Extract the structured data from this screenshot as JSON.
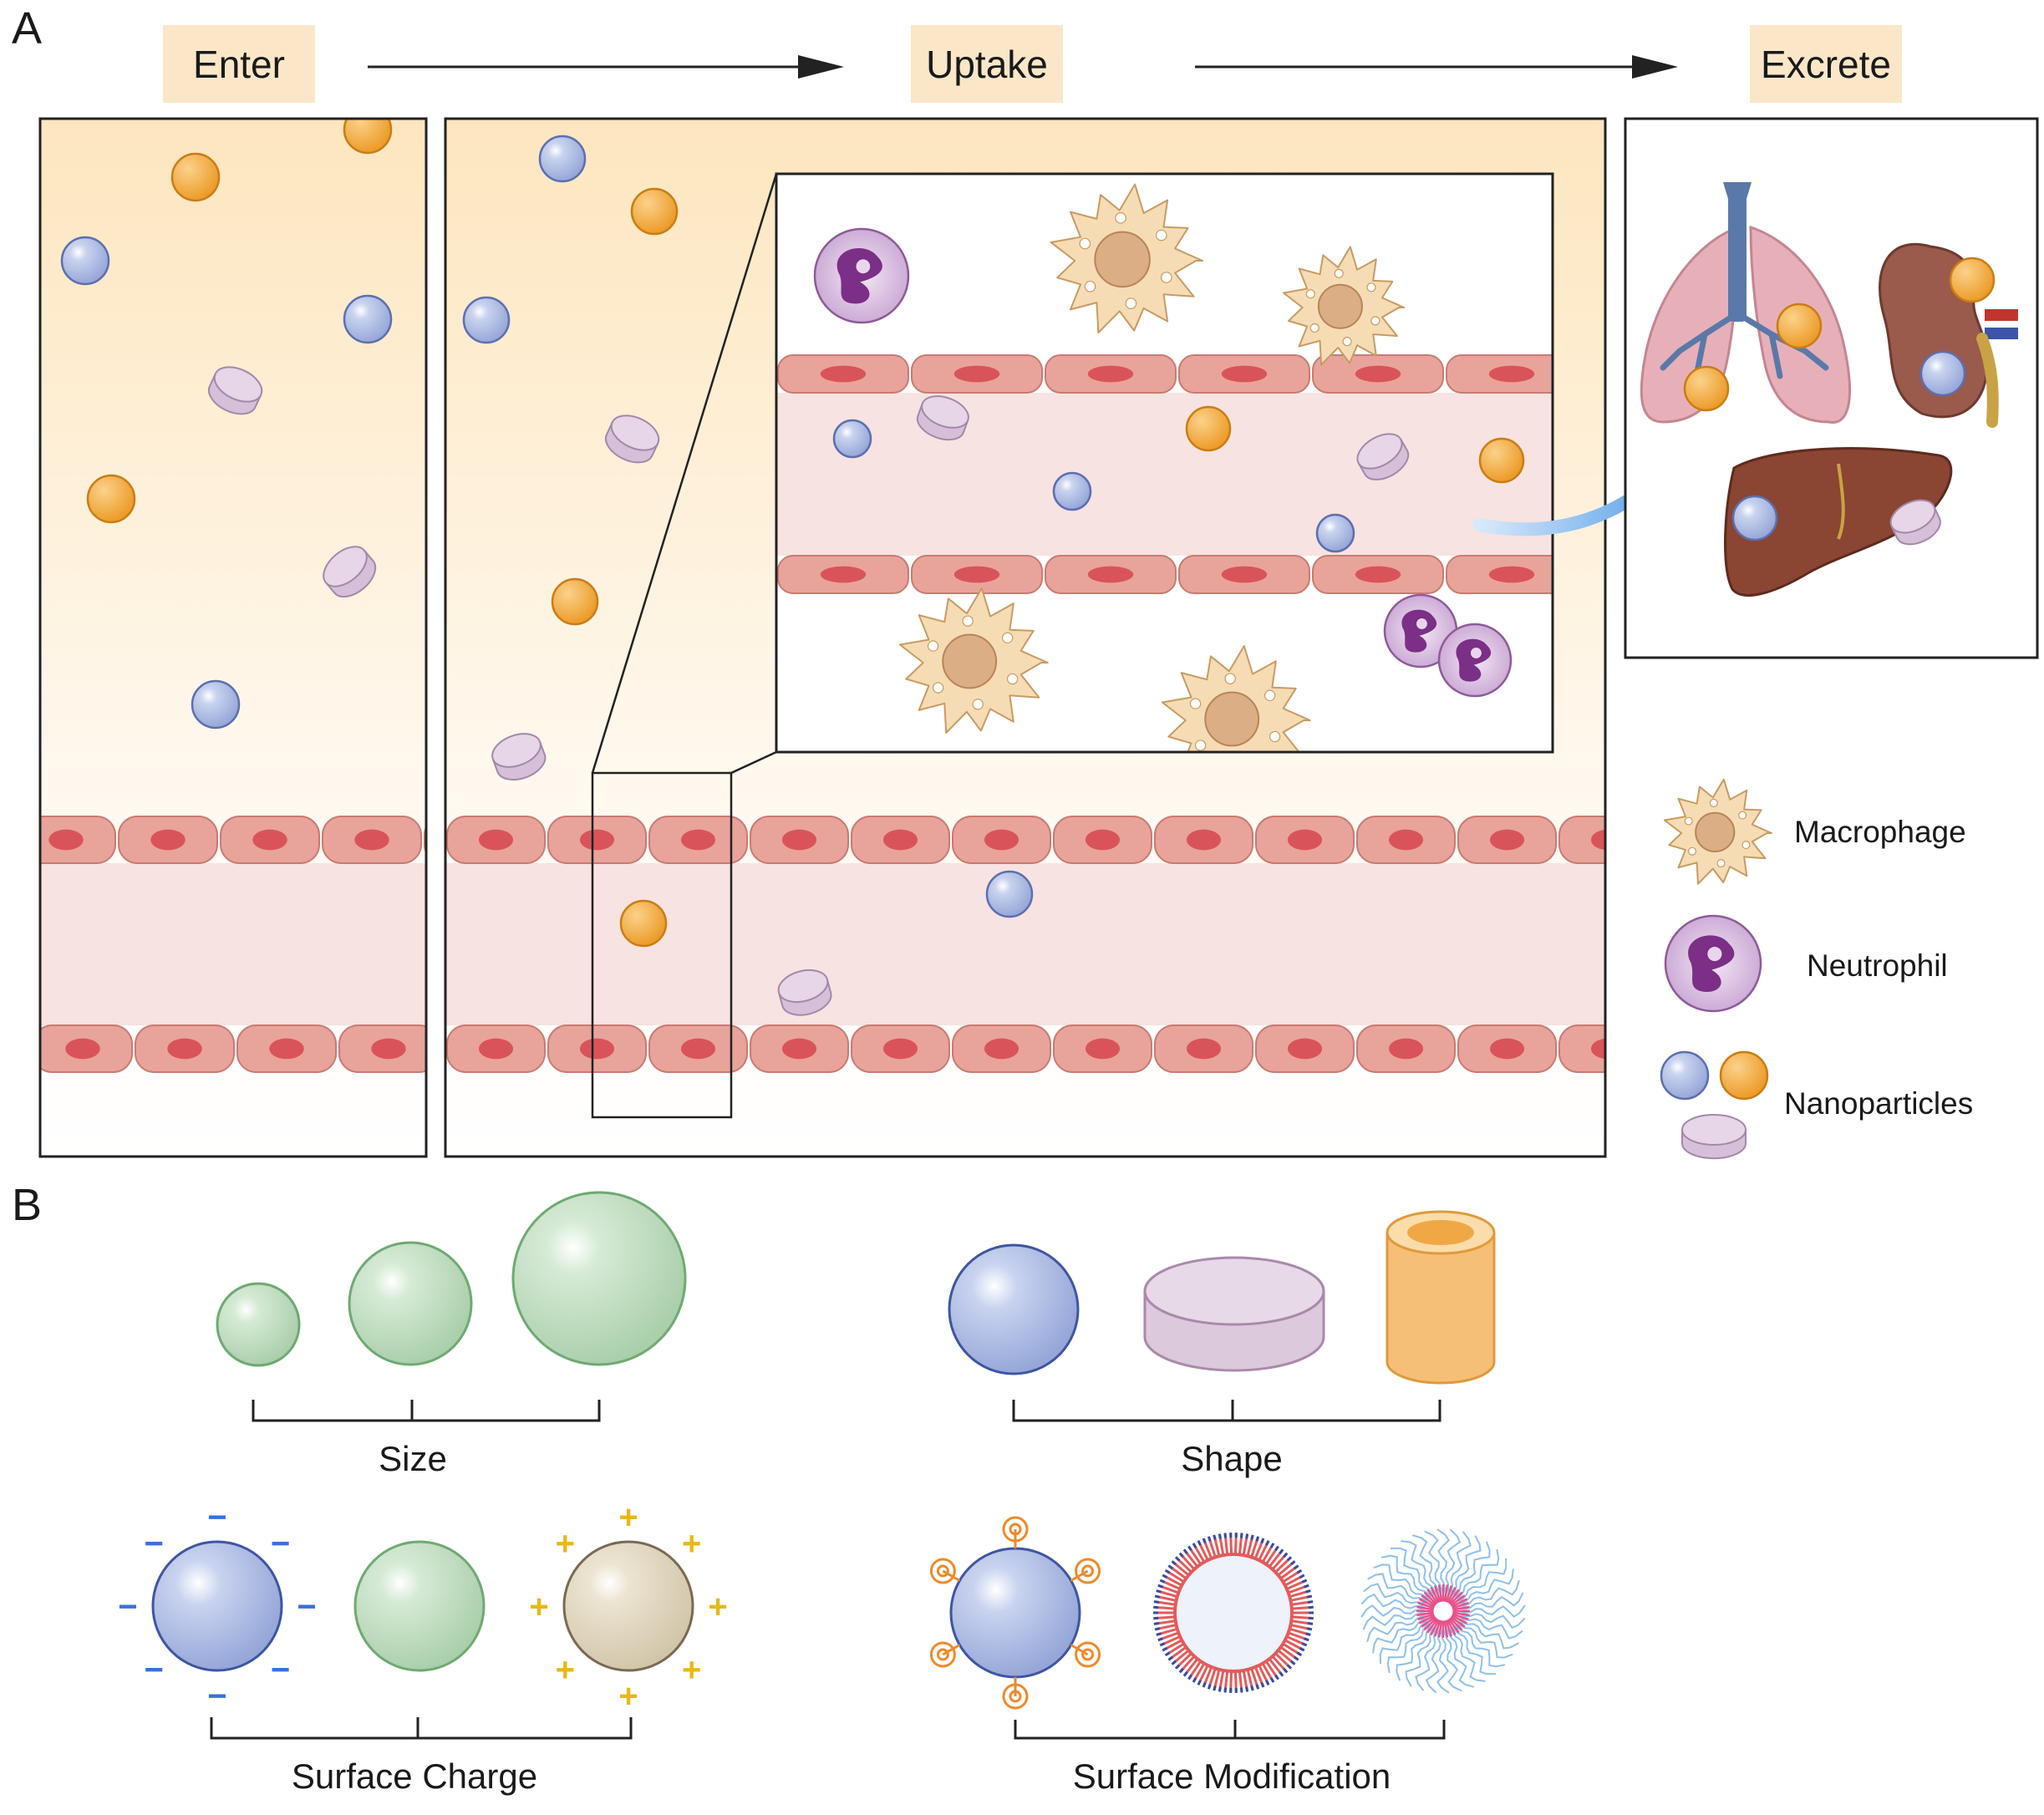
{
  "panel_a": {
    "label": "A",
    "stages": [
      "Enter",
      "Uptake",
      "Excrete"
    ],
    "legend": {
      "macrophage": "Macrophage",
      "neutrophil": "Neutrophil",
      "nanoparticles": "Nanoparticles"
    }
  },
  "panel_b": {
    "label": "B",
    "groups": {
      "size": "Size",
      "shape": "Shape",
      "surface_charge": "Surface Charge",
      "surface_modification": "Surface Modification"
    },
    "charge_signs": {
      "negative": "−",
      "positive": "+"
    }
  },
  "colors": {
    "stage_label_bg": "#fbe7c8",
    "gradient_top": "#fde6bf",
    "vessel_wall": "#e8a49a",
    "vessel_nucleus": "#d9545a",
    "vessel_lumen": "#f7e3e1",
    "np_blue": "#aab8e0",
    "np_orange": "#f2a83a",
    "np_disc": "#d9c4dc",
    "size_green": "#bfdcc0",
    "neutrophil": "#7b2f86"
  }
}
